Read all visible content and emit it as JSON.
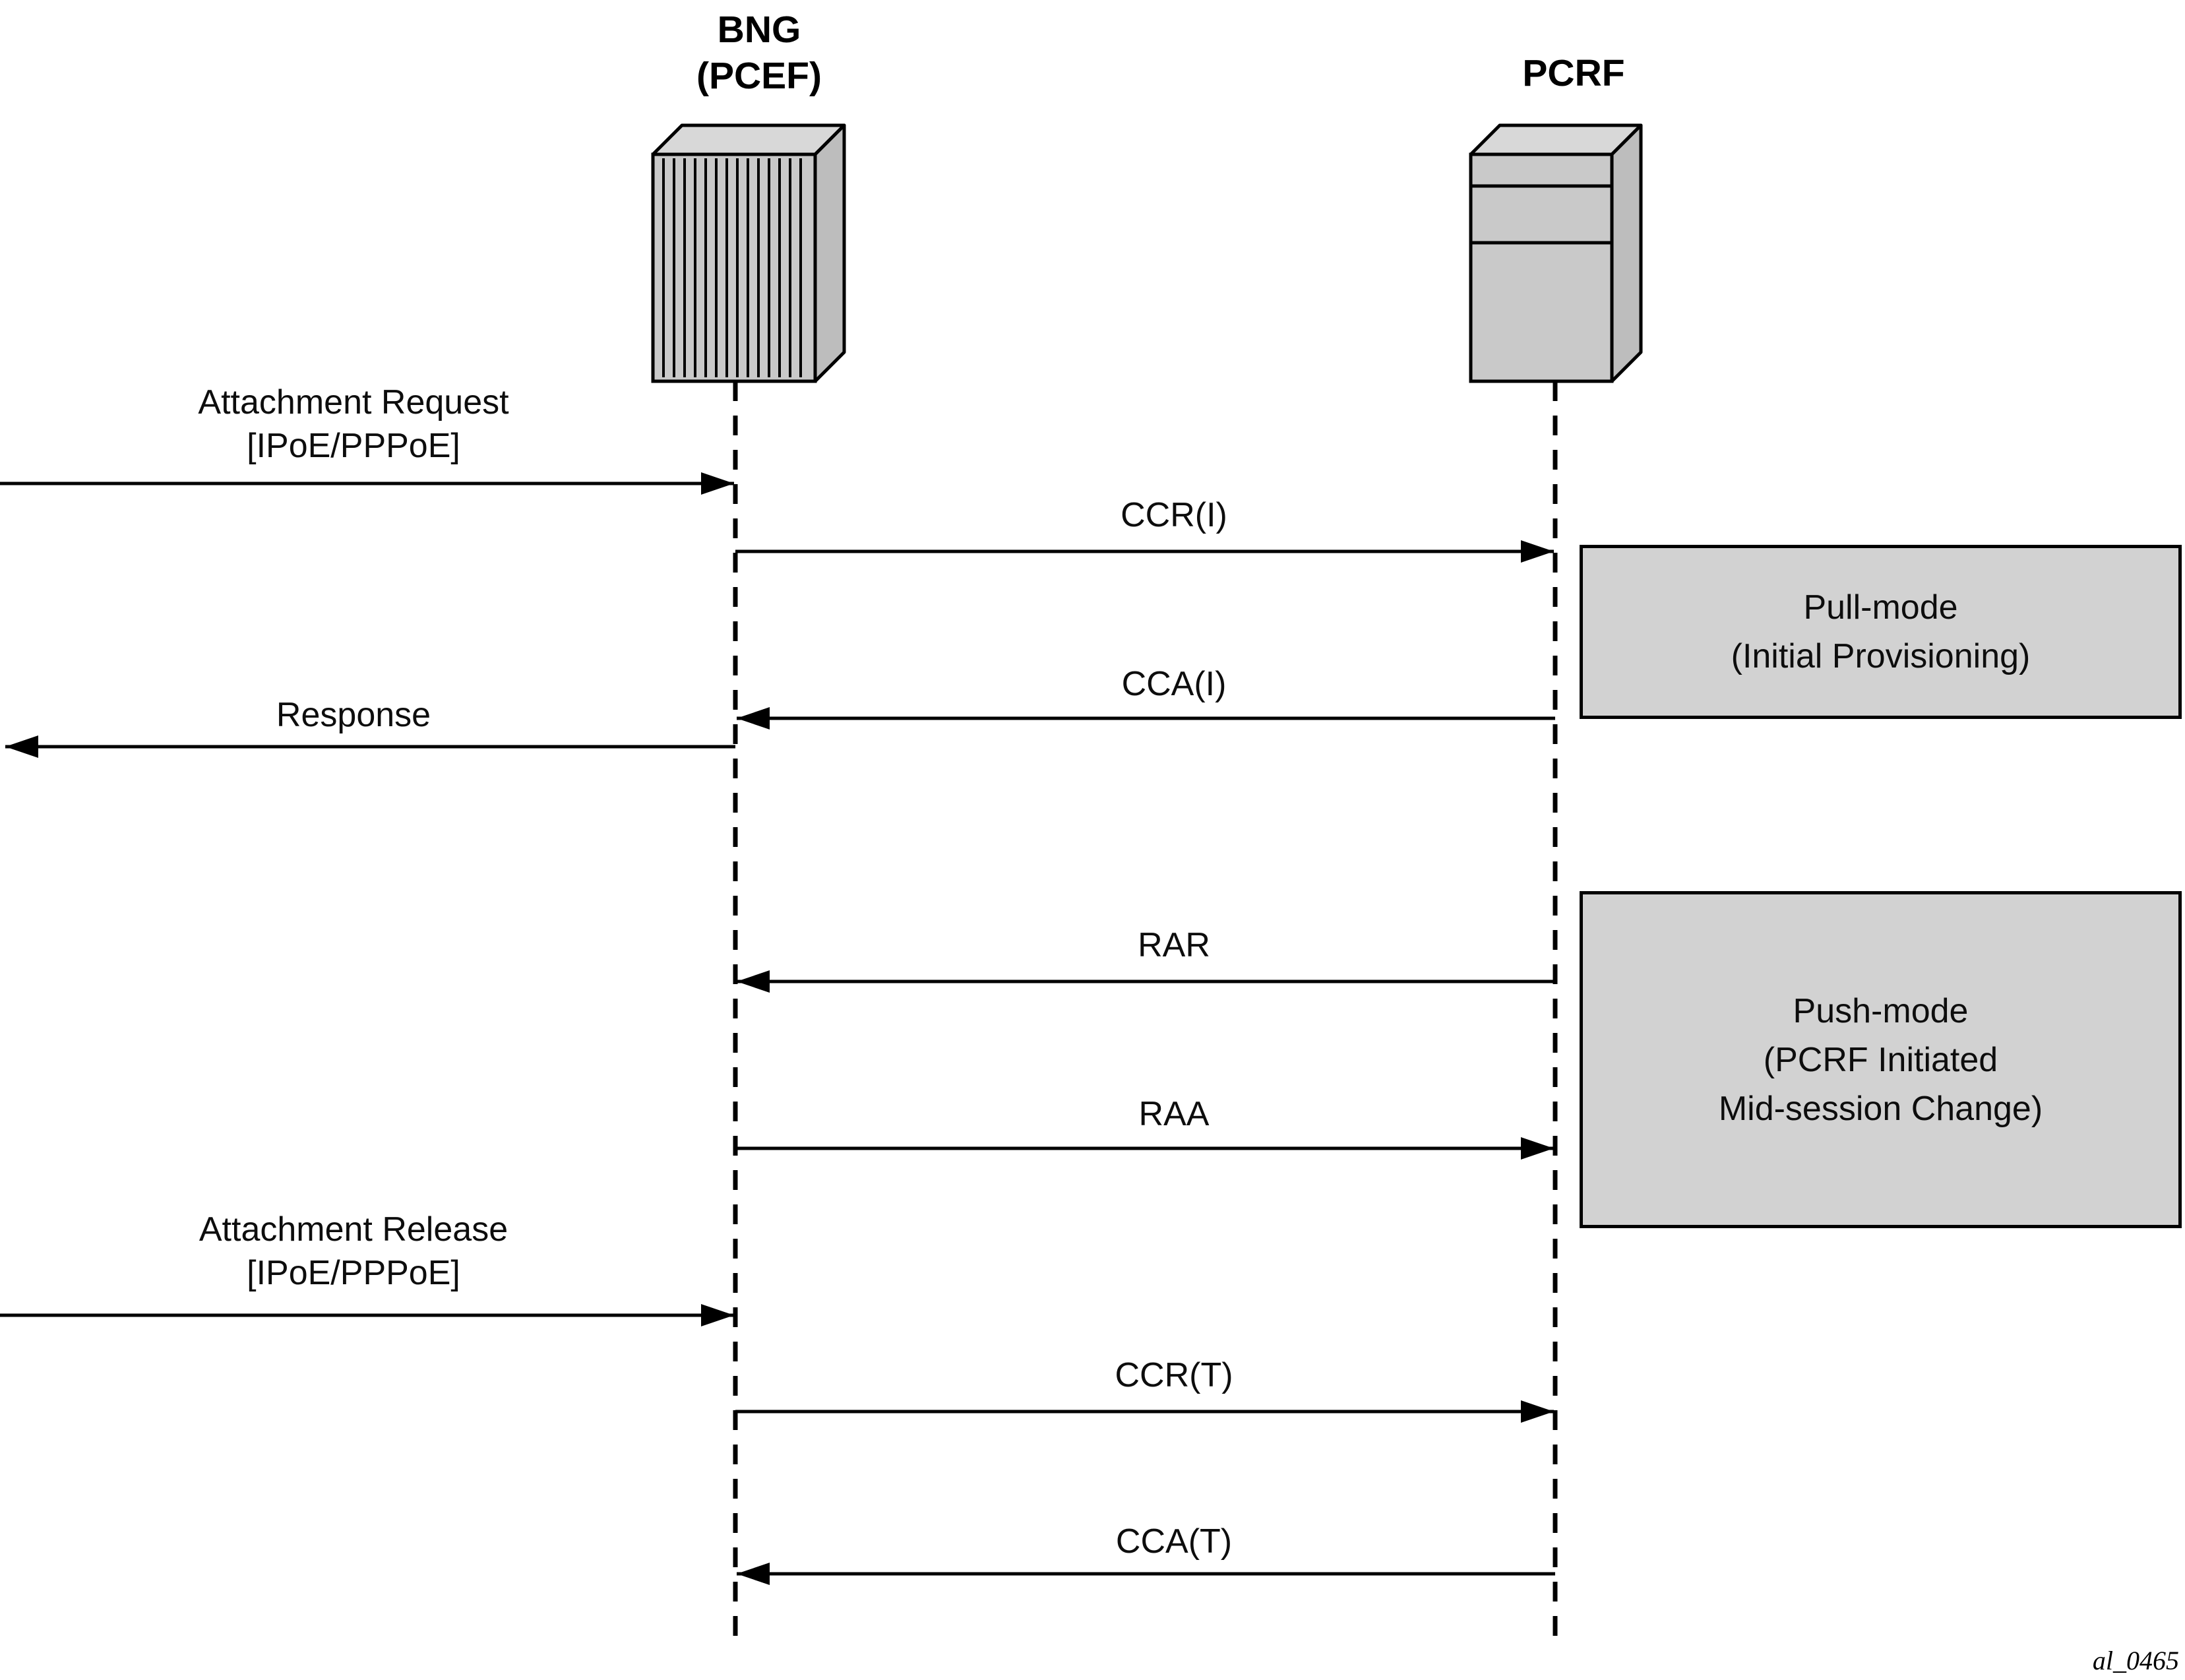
{
  "actors": {
    "bng": {
      "line1": "BNG",
      "line2": "(PCEF)"
    },
    "pcrf": {
      "label": "PCRF"
    }
  },
  "messages": {
    "attachment_request": {
      "line1": "Attachment Request",
      "line2": "[IPoE/PPPoE]"
    },
    "ccr_i": {
      "label": "CCR(I)"
    },
    "cca_i": {
      "label": "CCA(I)"
    },
    "response": {
      "label": "Response"
    },
    "rar": {
      "label": "RAR"
    },
    "raa": {
      "label": "RAA"
    },
    "attachment_release": {
      "line1": "Attachment Release",
      "line2": "[IPoE/PPPoE]"
    },
    "ccr_t": {
      "label": "CCR(T)"
    },
    "cca_t": {
      "label": "CCA(T)"
    }
  },
  "notes": {
    "pull_mode": {
      "line1": "Pull-mode",
      "line2": "(Initial Provisioning)"
    },
    "push_mode": {
      "line1": "Push-mode",
      "line2": "(PCRF Initiated",
      "line3": "Mid-session Change)"
    }
  },
  "footer": {
    "label": "al_0465"
  },
  "colors": {
    "device_top": "#d8d8d8",
    "device_front": "#c9c9c9",
    "device_side": "#bdbdbd",
    "note_fill": "#d2d2d2",
    "line": "#000000"
  }
}
